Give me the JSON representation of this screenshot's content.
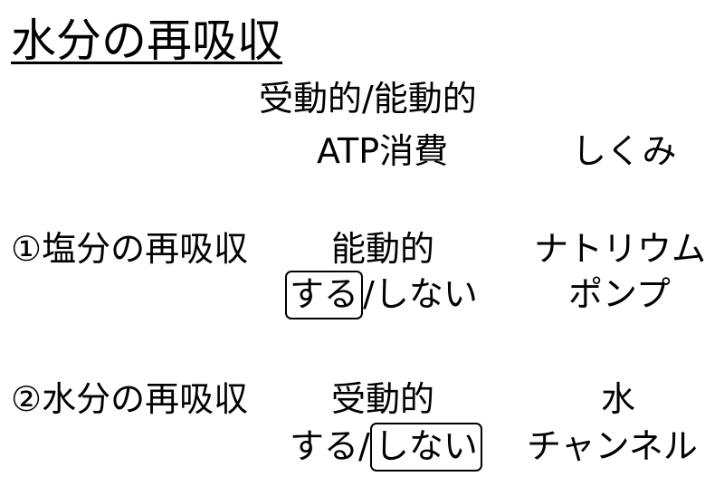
{
  "title": "水分の再吸収",
  "header": {
    "type_label": "受動的/能動的",
    "atp_label": "ATP消費",
    "mechanism_label": "しくみ"
  },
  "rows": [
    {
      "name": "①塩分の再吸収",
      "transport": "能動的",
      "atp_yes": "する",
      "separator": "/",
      "atp_no": "しない",
      "mechanism_line1": "ナトリウム",
      "mechanism_line2": "ポンプ",
      "selected": "yes"
    },
    {
      "name": "②水分の再吸収",
      "transport": "受動的",
      "atp_yes": "する",
      "separator": "/",
      "atp_no": "しない",
      "mechanism_line1": "水",
      "mechanism_line2": "チャンネル",
      "selected": "no"
    }
  ]
}
